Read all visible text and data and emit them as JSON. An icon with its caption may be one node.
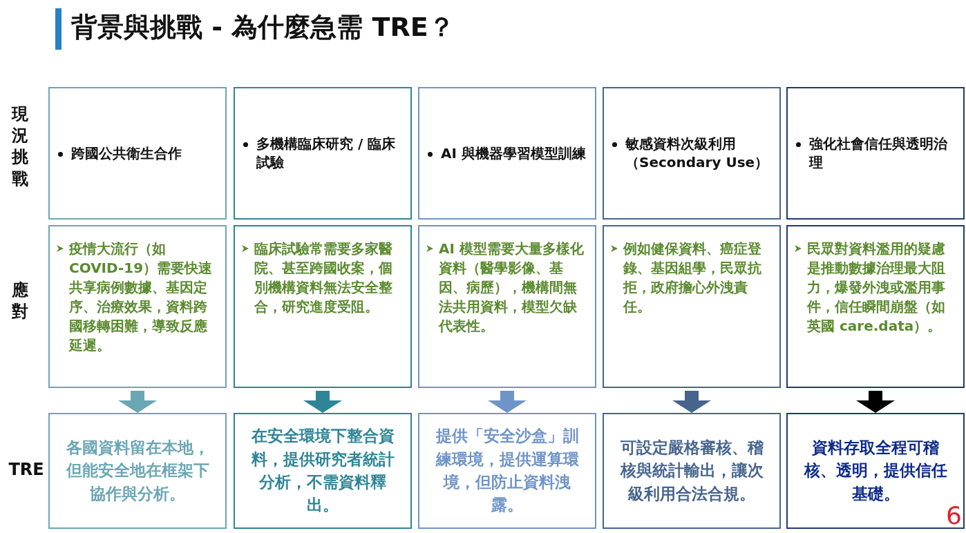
{
  "diagram": {
    "title": "背景與挑戰 - 為什麼急需 TRE？",
    "nodes": [
      {
        "text": [
          "跨國公共衛生合作"
        ]
      },
      {
        "text": [
          "多機構臨床研究 / 臨床試驗"
        ]
      },
      {
        "text": [
          "AI 與機器學習模型訓練"
        ]
      },
      {
        "text": [
          "敏感資料次級利用（Secondary Use）"
        ]
      },
      {
        "text": [
          "強化社會信任與透明治理"
        ]
      },
      {
        "text": [
          "疫情大流行（如 COVID-19）需要快速共享病例數據、基因定序、治療效果，資料跨國移轉困難，導致反應延遲。"
        ]
      },
      {
        "text": [
          "臨床試驗常需要多家醫院、甚至跨國收案，個別機構資料無法安全整合，研究進度受阻。"
        ]
      },
      {
        "text": [
          "AI 模型需要大量多樣化資料（醫學影像、基因、病歷），機構間無法共用資料，模型欠缺代表性。"
        ]
      },
      {
        "text": [
          "例如健保資料、癌症登錄、基因組學，民眾抗拒，政府擔心外洩責任。"
        ]
      },
      {
        "text": [
          "民眾對資料濫用的疑慮是推動數據治理最大阻力，爆發外洩或濫用事件，信任瞬間崩盤（如英國 care.data）。"
        ]
      },
      {
        "text": [
          "各國資料留在本地，但能安全地在框架下協作與分析。"
        ]
      },
      {
        "text": [
          "在安全環境下整合資料，提供研究者統計分析，不需資料釋出。"
        ]
      },
      {
        "text": [
          "提供「安全沙盒」訓練環境，提供運算環境，但防止資料洩露。"
        ]
      },
      {
        "text": [
          "可設定嚴格審核、稽核與統計輸出，讓次級利用合法合規。"
        ]
      },
      {
        "text": [
          "資料存取全程可稽核、透明，提供信任基礎。"
        ]
      }
    ],
    "edges": [
      {
        "from": 5,
        "to": 10,
        "arrow": "to",
        "color": "#6aa6b4"
      },
      {
        "from": 6,
        "to": 11,
        "arrow": "to",
        "color": "#2e8596"
      },
      {
        "from": 7,
        "to": 12,
        "arrow": "to",
        "color": "#6f94c8"
      },
      {
        "from": 8,
        "to": 13,
        "arrow": "to",
        "color": "#46648e"
      },
      {
        "from": 9,
        "to": 14,
        "arrow": "to",
        "color": "#000000"
      }
    ],
    "labels": [
      "現況挑戰",
      "應對",
      "TRE",
      "6"
    ]
  }
}
